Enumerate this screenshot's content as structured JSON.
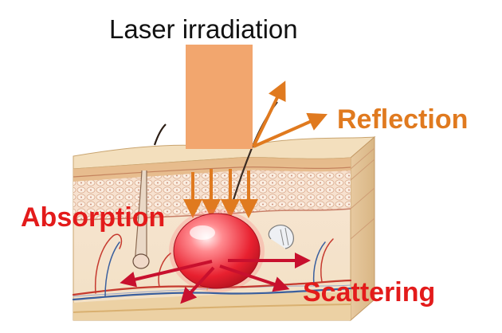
{
  "diagram": {
    "title": "Laser irradiation",
    "labels": {
      "reflection": "Reflection",
      "absorption": "Absorption",
      "scattering": "Scattering"
    },
    "colors": {
      "laser_beam": "#f2a66e",
      "reflection": "#e07a1f",
      "absorption": "#e31b1b",
      "scattering": "#c8102e",
      "absorption_sphere": "#ee2a3a",
      "skin_epidermis": "#f1d7b0",
      "skin_dermis": "#f6e6cf",
      "skin_fat": "#efdcb8",
      "vessel_red": "#c63a2f",
      "vessel_blue": "#3a5f9e"
    }
  }
}
